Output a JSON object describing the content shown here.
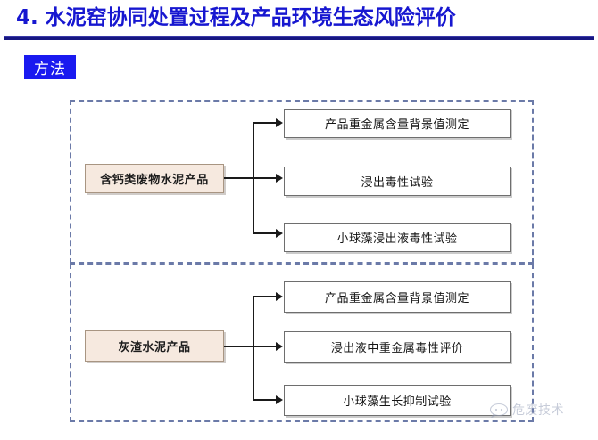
{
  "slide": {
    "title": "4. 水泥窑协同处置过程及产品环境生态风险评价",
    "title_color": "#1717d0",
    "rule_color": "#171782",
    "section_tag": {
      "label": "方法",
      "bg_color": "#1a1af0",
      "text_color": "#ffffff"
    },
    "dashed_border_color": "#6b7aa8",
    "source_box_fill": "#f6e9df",
    "source_box_border": "#a89582",
    "target_box_fill": "#ffffff",
    "target_box_border": "#6e6e6e",
    "connector_color": "#1a1a1a"
  },
  "groups": [
    {
      "source": "含钙类废物水泥产品",
      "targets": [
        "产品重金属含量背景值测定",
        "浸出毒性试验",
        "小球藻浸出液毒性试验"
      ]
    },
    {
      "source": "灰渣水泥产品",
      "targets": [
        "产品重金属含量背景值测定",
        "浸出液中重金属毒性评价",
        "小球藻生长抑制试验"
      ]
    }
  ],
  "watermark": {
    "text": "危废技术",
    "color": "#9aa3bb"
  }
}
